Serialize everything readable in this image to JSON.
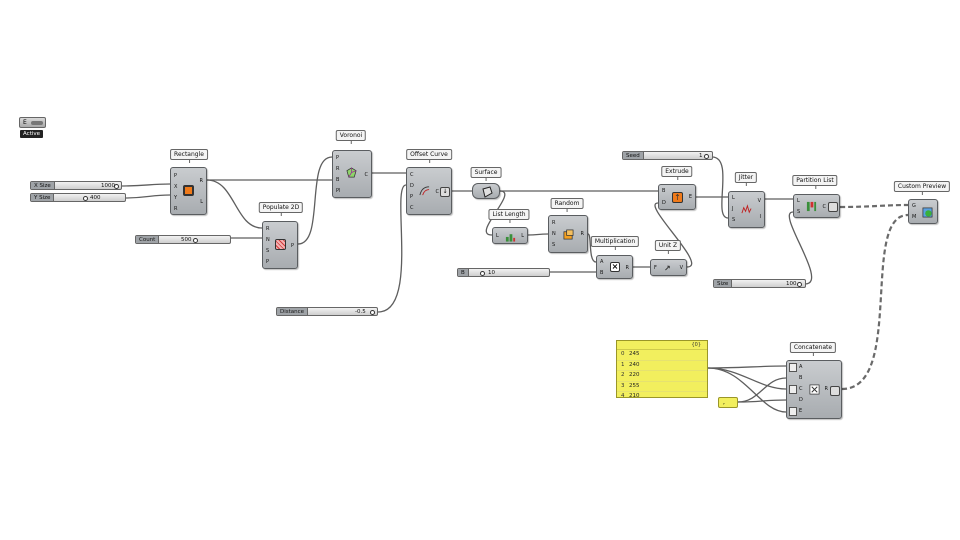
{
  "active": {
    "e_label": "E",
    "badge": "Active"
  },
  "components": {
    "rectangle": {
      "title": "Rectangle",
      "inputs": [
        "P",
        "X",
        "Y",
        "R"
      ],
      "outputs": [
        "R",
        "L"
      ]
    },
    "voronoi": {
      "title": "Voronoi",
      "inputs": [
        "P",
        "R",
        "B",
        "Pl"
      ],
      "outputs": [
        "C"
      ]
    },
    "offset": {
      "title": "Offset Curve",
      "inputs": [
        "C",
        "D",
        "P",
        "C"
      ],
      "outputs": [
        "C"
      ]
    },
    "populate": {
      "title": "Populate 2D",
      "inputs": [
        "R",
        "N",
        "S",
        "P"
      ],
      "outputs": [
        "P"
      ]
    },
    "surface": {
      "title": "Surface"
    },
    "listlength": {
      "title": "List Length",
      "inputs": [
        "L"
      ],
      "outputs": [
        "L"
      ]
    },
    "random": {
      "title": "Random",
      "inputs": [
        "R",
        "N",
        "S"
      ],
      "outputs": [
        "R"
      ]
    },
    "mult": {
      "title": "Multiplication",
      "inputs": [
        "A",
        "B"
      ],
      "outputs": [
        "R"
      ]
    },
    "unitz": {
      "title": "Unit Z",
      "inputs": [
        "F"
      ],
      "outputs": [
        "V"
      ]
    },
    "extrude": {
      "title": "Extrude",
      "inputs": [
        "B",
        "D"
      ],
      "outputs": [
        "E"
      ]
    },
    "jitter": {
      "title": "Jitter",
      "inputs": [
        "L",
        "J",
        "S"
      ],
      "outputs": [
        "V",
        "I"
      ]
    },
    "partition": {
      "title": "Partition List",
      "inputs": [
        "L",
        "S"
      ],
      "outputs": [
        "C"
      ]
    },
    "preview": {
      "title": "Custom Preview",
      "inputs": [
        "G",
        "M"
      ]
    },
    "concat": {
      "title": "Concatenate",
      "inputs": [
        "A",
        "B",
        "C",
        "D",
        "E"
      ],
      "outputs": [
        "R"
      ]
    }
  },
  "sliders": {
    "xsize": {
      "name": "X Size",
      "value": "1000"
    },
    "ysize": {
      "name": "Y Size",
      "value": "400"
    },
    "count": {
      "name": "Count",
      "value": "500"
    },
    "distance": {
      "name": "Distance",
      "value": "-0.5"
    },
    "seed": {
      "name": "Seed",
      "value": "1"
    },
    "b": {
      "name": "B",
      "value": "10"
    },
    "size": {
      "name": "Size",
      "value": "100"
    }
  },
  "panel": {
    "header": "{0}",
    "rows": [
      {
        "index": "0",
        "value": "245"
      },
      {
        "index": "1",
        "value": "240"
      },
      {
        "index": "2",
        "value": "220"
      },
      {
        "index": "3",
        "value": "255"
      },
      {
        "index": "4",
        "value": "210"
      }
    ]
  },
  "separator": {
    "value": ","
  },
  "colors": {
    "canvas": "#ffffff",
    "panel": "#f2ef5e",
    "component": "#b8bbbf",
    "wire": "#707070"
  }
}
